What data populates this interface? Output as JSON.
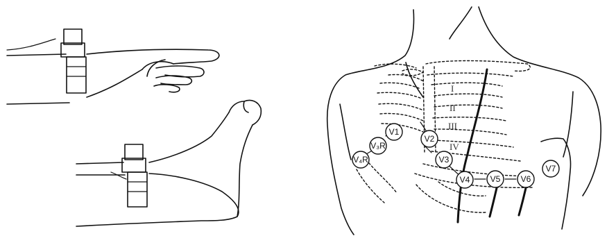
{
  "figure": {
    "intercostal_labels": [
      "I",
      "II",
      "III",
      "IV"
    ],
    "electrodes": {
      "v1": "V1",
      "v2": "V2",
      "v3": "V3",
      "v4": "V4",
      "v5": "V5",
      "v6": "V6",
      "v7": "V7",
      "v3r": "V₃R",
      "v4r": "V₄R"
    }
  }
}
